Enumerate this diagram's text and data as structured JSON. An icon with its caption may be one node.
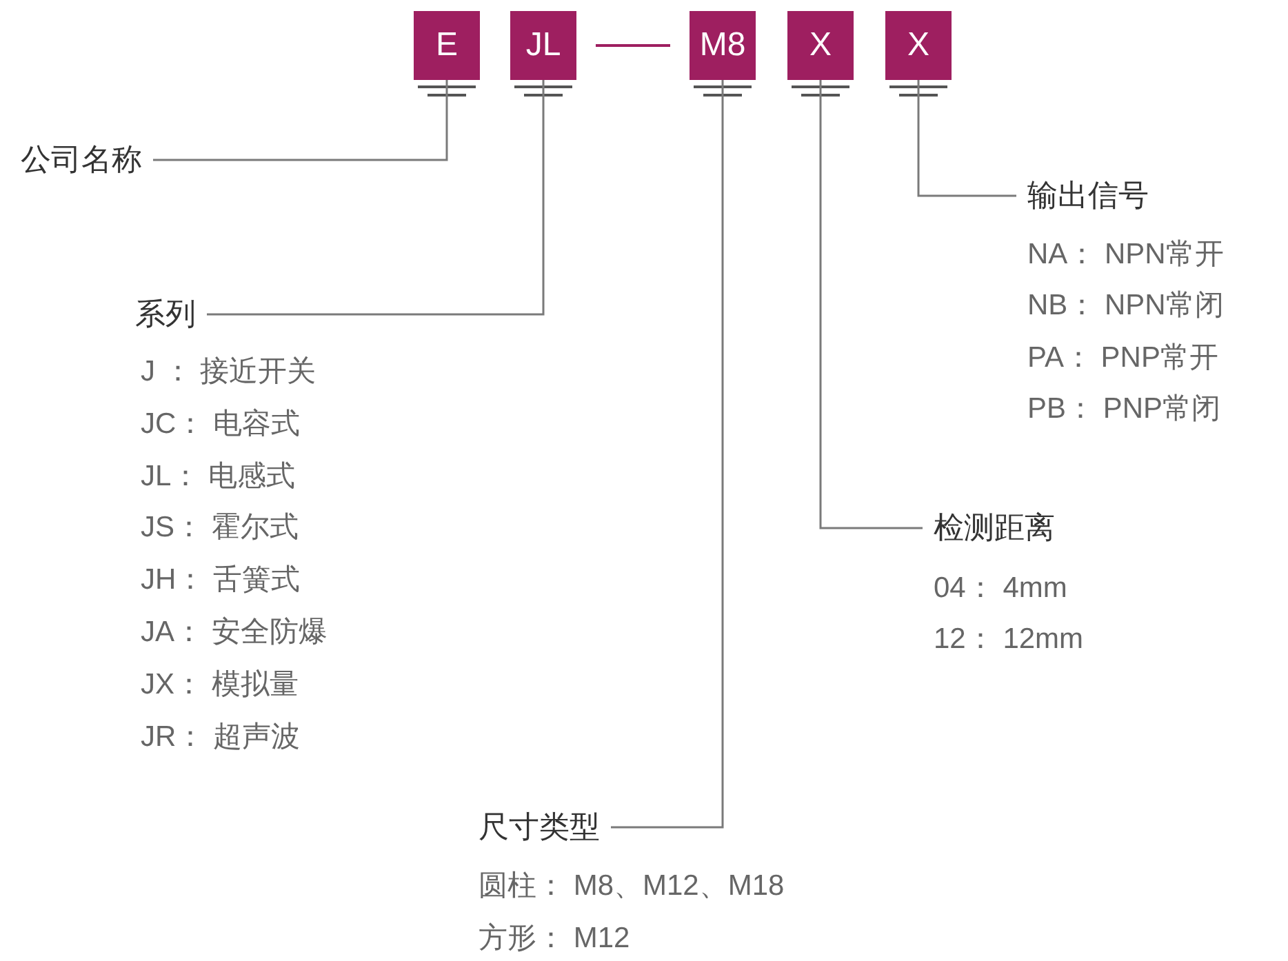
{
  "diagram": {
    "nodes": [
      {
        "text": [
          "E"
        ]
      },
      {
        "text": [
          "JL"
        ]
      },
      {
        "text": [
          "M8"
        ]
      },
      {
        "text": [
          "X"
        ]
      },
      {
        "text": [
          "X"
        ]
      },
      {
        "text": [
          "公司名称"
        ]
      },
      {
        "text": [
          "输出信号"
        ],
        "beside": [
          "NA： NPN常开",
          "NB： NPN常闭",
          "PA： PNP常开",
          "PB： PNP常闭"
        ]
      },
      {
        "text": [
          "系列"
        ],
        "beside": [
          "J ： 接近开关",
          "JC： 电容式",
          "JL： 电感式",
          "JS： 霍尔式",
          "JH： 舌簧式",
          "JA： 安全防爆",
          "JX： 模拟量",
          "JR： 超声波"
        ]
      },
      {
        "text": [
          "检测距离"
        ],
        "beside": [
          "04： 4mm",
          "12： 12mm"
        ]
      },
      {
        "text": [
          "尺寸类型"
        ],
        "beside": [
          "圆柱： M8、M12、M18",
          "方形： M12"
        ]
      }
    ],
    "edges": [
      {
        "from": 1,
        "to": 2,
        "arrow": "none",
        "color": "#9e1f60"
      },
      {
        "from": 0,
        "to": 5,
        "arrow": "none"
      },
      {
        "from": 1,
        "to": 7,
        "arrow": "none"
      },
      {
        "from": 2,
        "to": 9,
        "arrow": "none"
      },
      {
        "from": 3,
        "to": 8,
        "arrow": "none"
      },
      {
        "from": 4,
        "to": 6,
        "arrow": "none"
      }
    ]
  }
}
